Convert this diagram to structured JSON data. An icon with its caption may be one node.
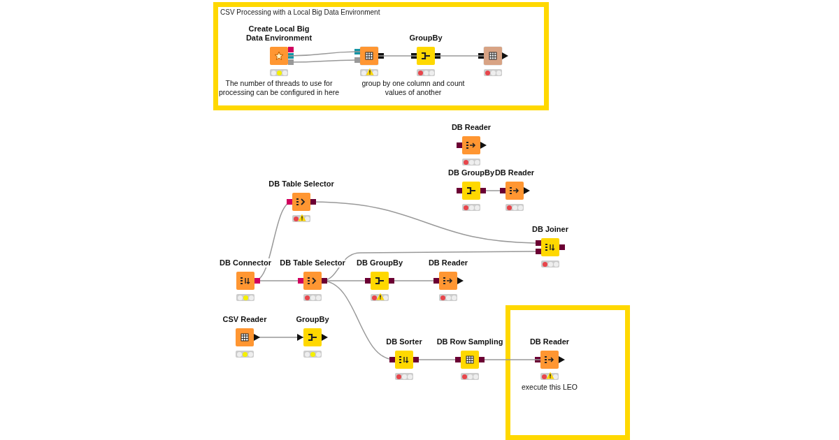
{
  "diagram": {
    "nodes": [
      {
        "text": [
          "CSV Processing with a Local Big Data Environment"
        ]
      },
      {
        "text": [
          "Create Local Big Data Environment"
        ],
        "in": 0,
        "beside": [
          "The number of threads to use for processing can be configured in here"
        ]
      },
      {
        "text": [],
        "shape": "box",
        "in": 0
      },
      {
        "text": [
          "GroupBy"
        ],
        "in": 0,
        "beside": [
          "group by one column and count values of another"
        ]
      },
      {
        "text": [],
        "shape": "box",
        "in": 0
      },
      {
        "text": [
          "DB Reader"
        ]
      },
      {
        "text": [
          "DB GroupBy"
        ]
      },
      {
        "text": [
          "DB Reader"
        ]
      },
      {
        "text": [
          "DB Table Selector"
        ]
      },
      {
        "text": [
          "DB Joiner"
        ]
      },
      {
        "text": [
          "DB Connector"
        ]
      },
      {
        "text": [
          "DB Table Selector"
        ]
      },
      {
        "text": [
          "DB GroupBy"
        ]
      },
      {
        "text": [
          "DB Reader"
        ]
      },
      {
        "text": [
          "CSV Reader"
        ]
      },
      {
        "text": [
          "GroupBy"
        ]
      },
      {
        "text": [
          "DB Sorter"
        ]
      },
      {
        "text": [
          "DB Row Sampling"
        ]
      },
      {
        "text": [],
        "shape": "box"
      },
      {
        "text": [
          "DB Reader"
        ],
        "in": 18,
        "beside": [
          "execute this LEO"
        ]
      }
    ],
    "edges": [
      {
        "from": 1,
        "to": 2,
        "arrow": "none"
      },
      {
        "from": 1,
        "to": 2,
        "arrow": "none"
      },
      {
        "from": 2,
        "to": 3,
        "arrow": "none"
      },
      {
        "from": 3,
        "to": 4,
        "arrow": "none"
      },
      {
        "from": 6,
        "to": 7,
        "arrow": "none"
      },
      {
        "from": 10,
        "to": 8,
        "arrow": "none"
      },
      {
        "from": 10,
        "to": 11,
        "arrow": "none"
      },
      {
        "from": 8,
        "to": 9,
        "arrow": "none"
      },
      {
        "from": 11,
        "to": 9,
        "arrow": "none"
      },
      {
        "from": 11,
        "to": 12,
        "arrow": "none"
      },
      {
        "from": 11,
        "to": 16,
        "arrow": "none"
      },
      {
        "from": 12,
        "to": 13,
        "arrow": "none"
      },
      {
        "from": 14,
        "to": 15,
        "arrow": "none"
      },
      {
        "from": 16,
        "to": 17,
        "arrow": "none"
      },
      {
        "from": 17,
        "to": 19,
        "arrow": "none"
      }
    ]
  }
}
